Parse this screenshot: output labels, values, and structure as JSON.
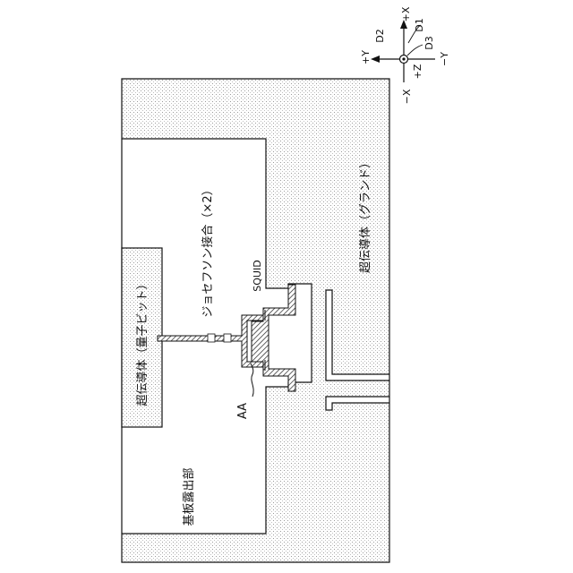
{
  "labels": {
    "ground": "超伝導体（グランド）",
    "josephson": "ジョセフソン接合（×2）",
    "qubit": "超伝導体（量子ビット）",
    "substrate": "基板露出部",
    "squid": "SQUID",
    "aa": "AA"
  },
  "axes": {
    "plus_x": "+X",
    "minus_x": "−X",
    "plus_y": "+Y",
    "minus_y": "−Y",
    "plus_z": "+Z",
    "d1": "D1",
    "d2": "D2",
    "d3": "D3"
  }
}
